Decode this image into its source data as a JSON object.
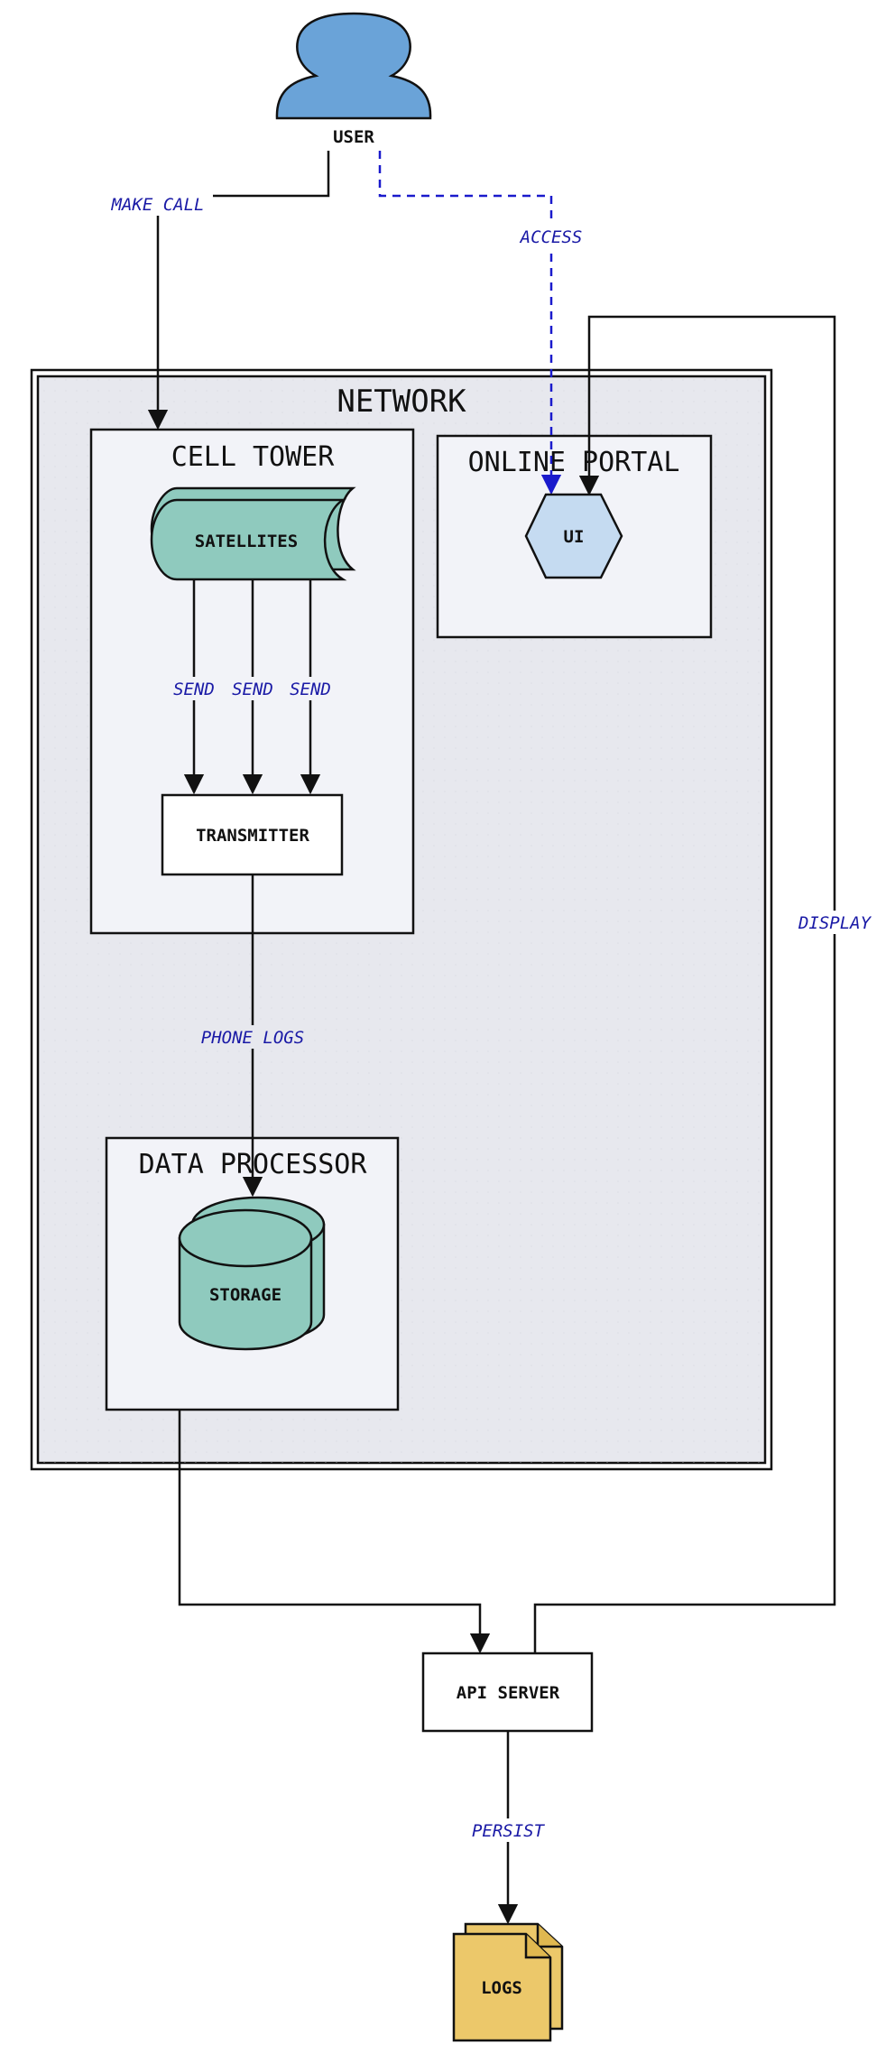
{
  "diagram": {
    "nodes": {
      "user": "USER",
      "satellites": "SATELLITES",
      "transmitter": "TRANSMITTER",
      "ui": "UI",
      "storage": "STORAGE",
      "api_server": "API SERVER",
      "logs": "LOGS"
    },
    "groups": {
      "network": "NETWORK",
      "cell_tower": "CELL TOWER",
      "online_portal": "ONLINE PORTAL",
      "data_processor": "DATA PROCESSOR"
    },
    "edges": {
      "make_call": "MAKE CALL",
      "access": "ACCESS",
      "send_1": "SEND",
      "send_2": "SEND",
      "send_3": "SEND",
      "phone_logs": "PHONE LOGS",
      "display": "DISPLAY",
      "persist": "PERSIST"
    },
    "colors": {
      "user_fill": "#6aa3d8",
      "teal_fill": "#8fcabe",
      "ui_fill": "#c5dbf1",
      "logs_fill": "#ecc86a",
      "network_fill": "#e7e8ee",
      "group_fill": "#f2f3f8",
      "edge_label": "#1a1aa6",
      "access_edge": "#1a1acc"
    }
  }
}
